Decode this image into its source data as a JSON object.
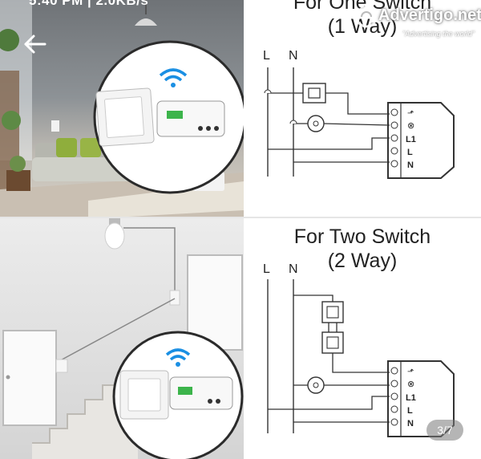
{
  "status_bar": {
    "text": "5:40 PM | 2.0KB/s"
  },
  "watermark": {
    "name": "Advertigo.net",
    "tagline": "\"Advertising the world\""
  },
  "diagram_one": {
    "title_line1": "For One Switch",
    "title_line2": "(1 Way)",
    "label_l": "L",
    "label_n": "N",
    "terminals": [
      "L1",
      "L",
      "N"
    ]
  },
  "diagram_two": {
    "title_line1": "For Two Switch",
    "title_line2": "(2 Way)",
    "label_l": "L",
    "label_n": "N",
    "terminals": [
      "L1",
      "L",
      "N"
    ]
  },
  "gallery": {
    "counter": "3/7"
  },
  "colors": {
    "wifi": "#1a8fe3",
    "module_led": "#3cb44b",
    "line": "#333333",
    "sofa": "#bfc0b8",
    "cushion": "#8fae3c"
  },
  "icons": [
    "back-arrow-icon",
    "wifi-icon",
    "logo-icon",
    "lamp-icon",
    "switch-icon"
  ]
}
